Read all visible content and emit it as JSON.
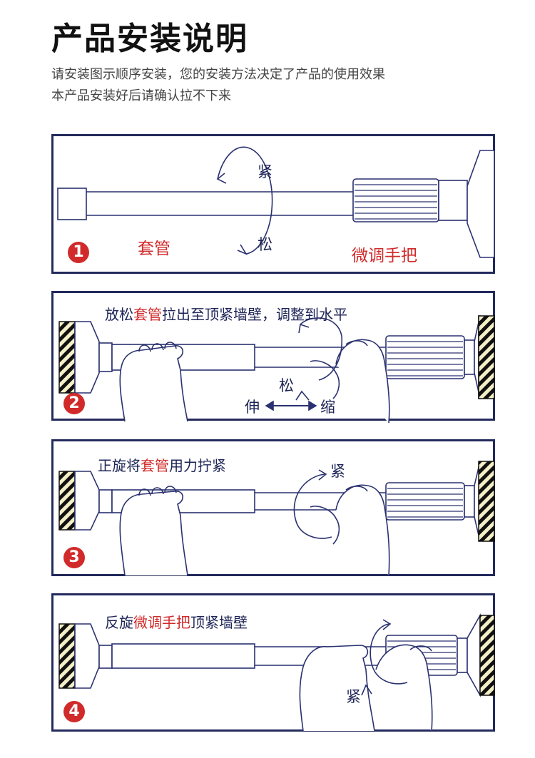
{
  "title": "产品安装说明",
  "intro": [
    "请安装图示顺序安装，您的安装方法决定了产品的使用效果",
    "本产品安装好后请确认拉不下来"
  ],
  "colors": {
    "frame": "#232a5c",
    "accent": "#d12a2a",
    "line": "#2a3170"
  },
  "steps": [
    {
      "num": "1",
      "labels": {
        "tighten": "紧",
        "loosen": "松",
        "sleeve": "套管",
        "handle": "微调手把"
      }
    },
    {
      "num": "2",
      "caption": [
        "放松",
        "套管",
        "拉出至顶紧墙壁，调整到水平"
      ],
      "labels": {
        "loosen": "松",
        "extend": "伸",
        "retract": "缩"
      }
    },
    {
      "num": "3",
      "caption": [
        "正旋将",
        "套管",
        "用力拧紧"
      ],
      "labels": {
        "tighten": "紧"
      }
    },
    {
      "num": "4",
      "caption": [
        "反旋",
        "微调手把",
        "顶紧墙壁"
      ],
      "labels": {
        "tighten": "紧"
      }
    }
  ]
}
